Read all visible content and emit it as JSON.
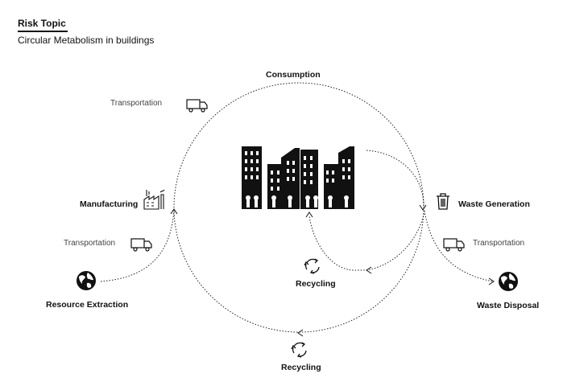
{
  "header": {
    "title": "Risk Topic",
    "subtitle": "Circular Metabolism in buildings"
  },
  "labels": {
    "consumption": "Consumption",
    "transportation_top": "Transportation",
    "manufacturing": "Manufacturing",
    "transportation_left": "Transportation",
    "resource_extraction": "Resource Extraction",
    "waste_generation": "Waste Generation",
    "transportation_right": "Transportation",
    "waste_disposal": "Waste Disposal",
    "recycling_inner": "Recycling",
    "recycling_outer": "Recycling"
  },
  "icons": {
    "truck": "truck-icon",
    "factory": "factory-icon",
    "globe": "globe-icon",
    "trash": "trash-icon",
    "recycle": "recycle-icon",
    "buildings": "city-buildings-icon"
  },
  "colors": {
    "ink": "#111111",
    "background": "#ffffff"
  }
}
